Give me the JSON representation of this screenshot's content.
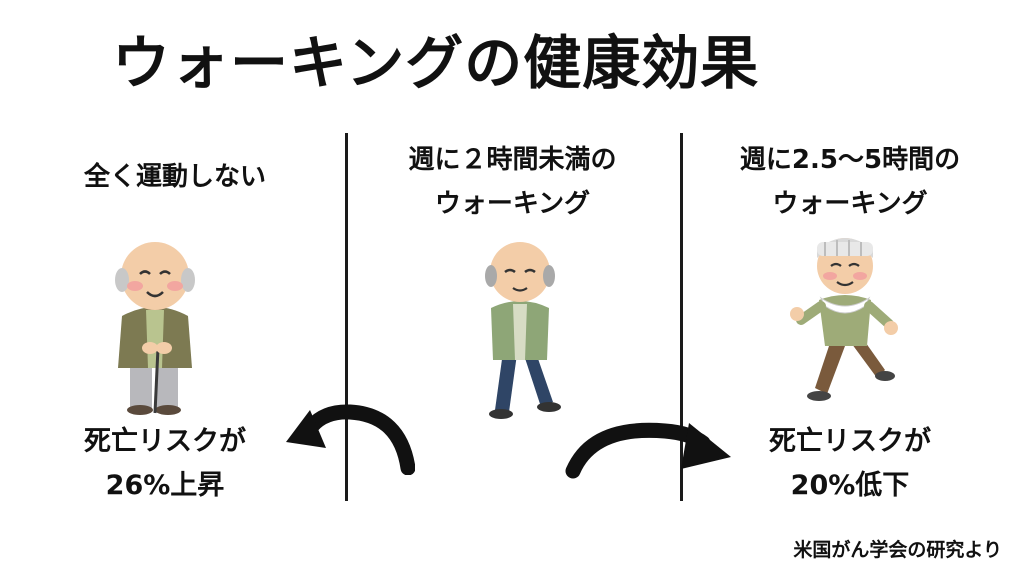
{
  "title": "ウォーキングの健康効果",
  "columns": [
    {
      "heading_line1": "全く運動しない",
      "heading_line2": "",
      "result_line1": "死亡リスクが",
      "result_line2": "26%上昇"
    },
    {
      "heading_line1": "週に２時間未満の",
      "heading_line2": "ウォーキング",
      "result_line1": "",
      "result_line2": ""
    },
    {
      "heading_line1": "週に2.5〜5時間の",
      "heading_line2": "ウォーキング",
      "result_line1": "死亡リスクが",
      "result_line2": "20%低下"
    }
  ],
  "source": "米国がん学会の研究より",
  "colors": {
    "skin": "#f3cda8",
    "cardigan": "#7d7a52",
    "shirt": "#b9c48f",
    "trousers_gray": "#b8b8bc",
    "jacket_green": "#8ea677",
    "jeans": "#2f4566",
    "sport_shirt": "#9eab78",
    "sport_pants": "#7a5a3c",
    "arrow": "#111111"
  },
  "icons": [
    "elderly-man-with-cane",
    "elderly-man-walking",
    "elderly-man-jogging",
    "curved-arrow-left",
    "curved-arrow-right"
  ]
}
